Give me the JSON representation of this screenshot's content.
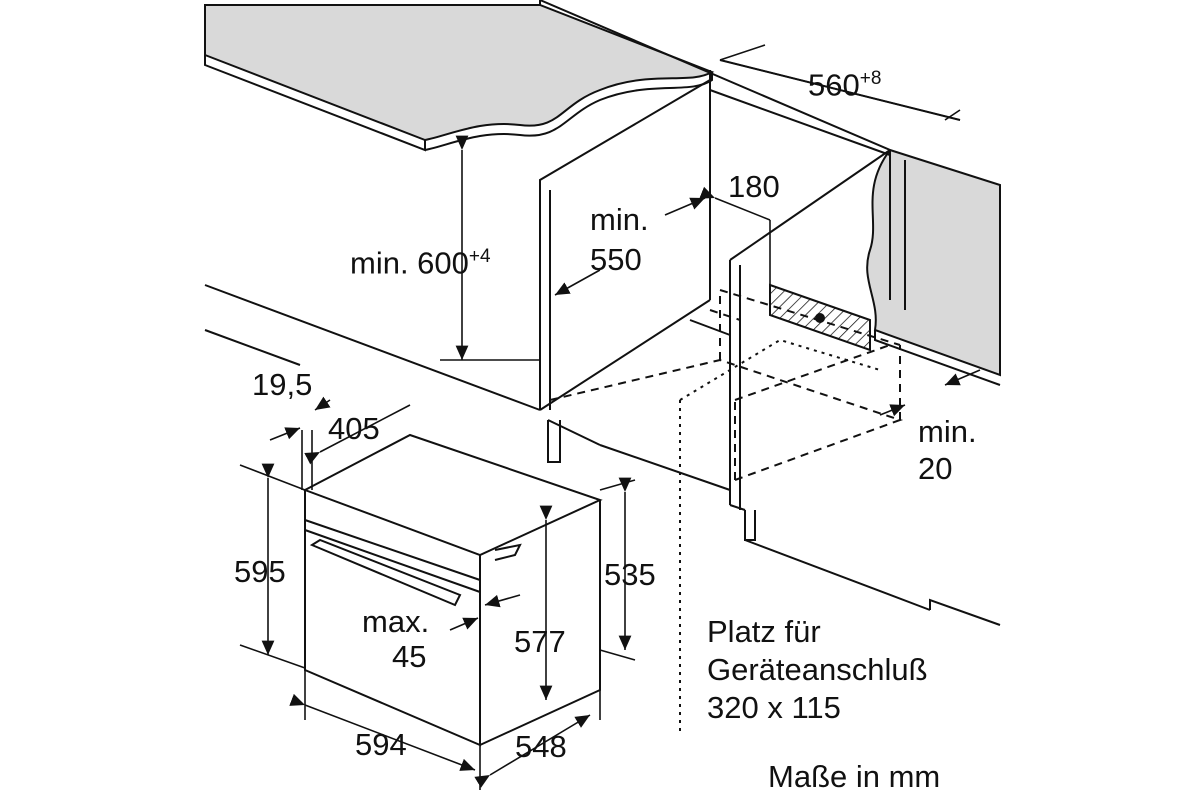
{
  "labels": {
    "width_niche": "560",
    "width_niche_tol": "+8",
    "height_min_prefix": "min. 600",
    "height_min_tol": "+4",
    "depth_min_1": "min.",
    "depth_min_2": "550",
    "dim_180": "180",
    "gap_min_1": "min.",
    "gap_min_2": "20",
    "dim_19_5": "19,5",
    "dim_405": "405",
    "dim_595": "595",
    "dim_535": "535",
    "dim_577": "577",
    "max_1": "max.",
    "max_2": "45",
    "dim_594": "594",
    "dim_548": "548",
    "note_1": "Platz für",
    "note_2": "Geräteanschluß",
    "note_3": "320 x 115",
    "units": "Maße in mm"
  },
  "colors": {
    "counter": "#d9d9d9",
    "line": "#111111"
  }
}
